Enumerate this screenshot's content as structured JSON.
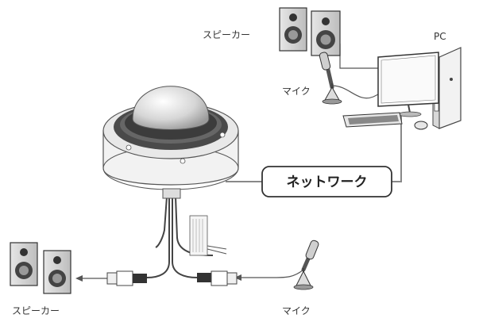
{
  "labels": {
    "speaker_top": "スピーカー",
    "pc": "PC",
    "mic_top": "マイク",
    "network": "ネットワーク",
    "speaker_bottom": "スピーカー",
    "mic_bottom": "マイク"
  },
  "colors": {
    "line": "#555555",
    "network_line": "#888888",
    "dark_body": "#4a4a4a",
    "light_body": "#f2f2f2"
  },
  "icons": {
    "camera": "dome-camera-icon",
    "speaker": "speaker-icon",
    "microphone": "microphone-icon",
    "computer": "desktop-pc-icon"
  }
}
